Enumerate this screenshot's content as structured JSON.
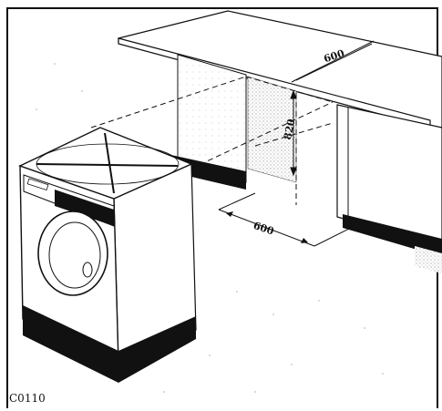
{
  "figure": {
    "code": "C0110",
    "dimensions": {
      "worktop_width": "600",
      "recess_height": "820",
      "recess_depth": "600"
    }
  },
  "colors": {
    "ink": "#111111",
    "paper": "#ffffff",
    "stipple": "#9a9a9a"
  }
}
